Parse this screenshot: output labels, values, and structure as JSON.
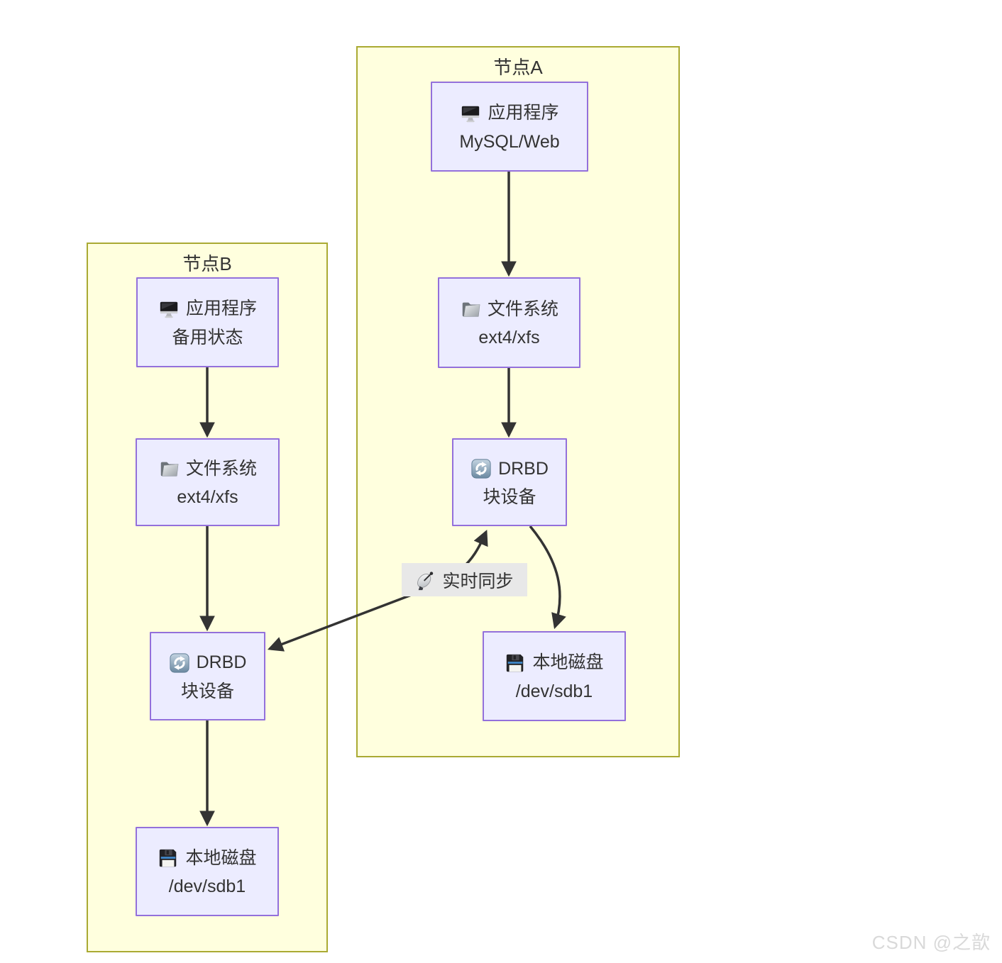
{
  "colors": {
    "canvas_bg": "#ffffff",
    "cluster_fill": "#ffffde",
    "cluster_border": "#aaaa33",
    "node_fill": "#ececff",
    "node_border": "#9370db",
    "arrow": "#333333",
    "edge_label_bg": "#e8e8e8",
    "text": "#333333",
    "watermark_color": "#d9d9d9"
  },
  "clusters": {
    "a": {
      "title": "节点A"
    },
    "b": {
      "title": "节点B"
    }
  },
  "nodes": {
    "a_app": {
      "icon": "monitor-icon",
      "title": "应用程序",
      "subtitle": "MySQL/Web"
    },
    "a_fs": {
      "icon": "folder-icon",
      "title": "文件系统",
      "subtitle": "ext4/xfs"
    },
    "a_drbd": {
      "icon": "sync-icon",
      "title": "DRBD",
      "subtitle": "块设备"
    },
    "a_disk": {
      "icon": "floppy-icon",
      "title": "本地磁盘",
      "subtitle": "/dev/sdb1"
    },
    "b_app": {
      "icon": "monitor-icon",
      "title": "应用程序",
      "subtitle": "备用状态"
    },
    "b_fs": {
      "icon": "folder-icon",
      "title": "文件系统",
      "subtitle": "ext4/xfs"
    },
    "b_drbd": {
      "icon": "sync-icon",
      "title": "DRBD",
      "subtitle": "块设备"
    },
    "b_disk": {
      "icon": "floppy-icon",
      "title": "本地磁盘",
      "subtitle": "/dev/sdb1"
    }
  },
  "edge_label": {
    "icon": "satellite-icon",
    "text": "实时同步"
  },
  "watermark": "CSDN @之歆"
}
